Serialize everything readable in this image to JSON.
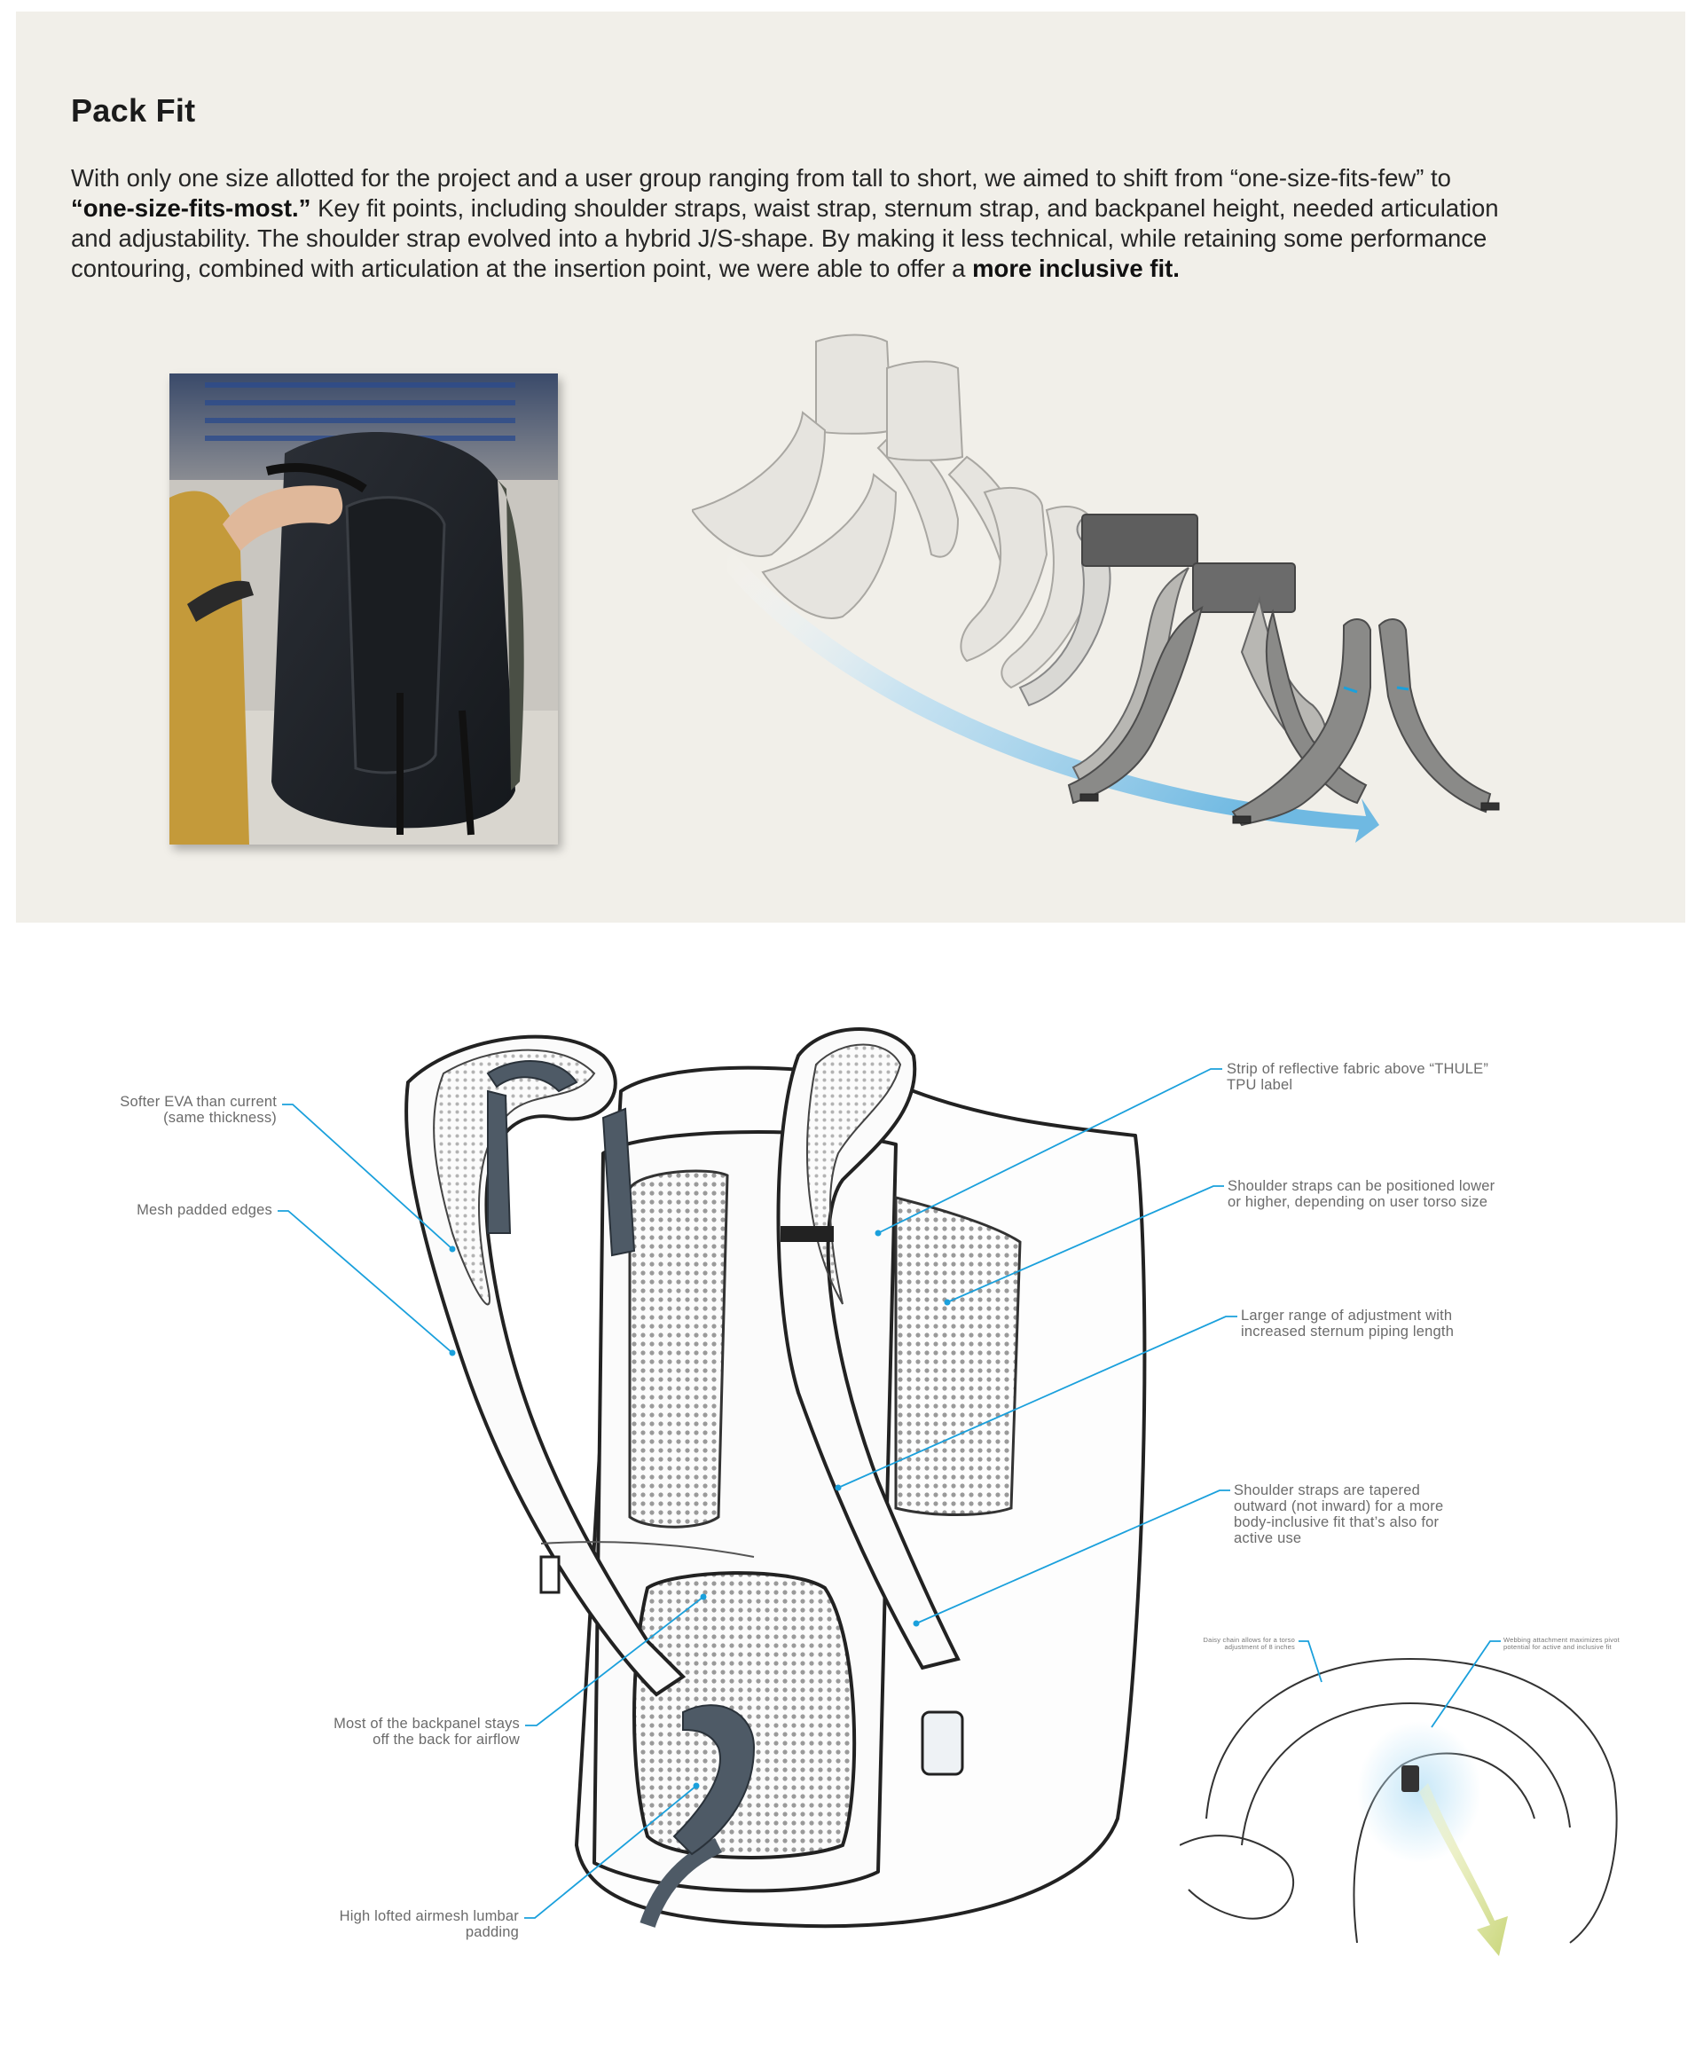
{
  "section": {
    "title": "Pack Fit",
    "para_1": "With only one size allotted for the project and a user group ranging from tall to short, we aimed to shift from “one-size-fits-few” to ",
    "para_bold_1": "“one-size-fits-most.”",
    "para_2": " Key fit points, including shoulder straps, waist strap, sternum strap, and backpanel height, needed articulation and adjustability. The shoulder strap evolved into a hybrid J/S-shape. By making it less technical, while retaining some performance contouring, combined with articulation at the insertion point, we were able to offer a ",
    "para_bold_2": "more inclusive fit."
  },
  "callouts": {
    "softer_eva": [
      "Softer EVA than current",
      "(same thickness)"
    ],
    "mesh_edges": [
      "Mesh padded edges"
    ],
    "backpanel": [
      "Most of the backpanel stays",
      "off the back for airflow"
    ],
    "lumbar": [
      "High lofted airmesh lumbar",
      "padding"
    ],
    "reflective": [
      "Strip of reflective fabric above “THULE”",
      "TPU label"
    ],
    "positioned": [
      "Shoulder straps can be positioned lower",
      "or higher, depending on user torso size"
    ],
    "sternum": [
      "Larger range of adjustment with",
      "increased sternum piping length"
    ],
    "tapered": [
      "Shoulder straps are tapered",
      "outward (not inward) for a more",
      "body-inclusive fit that’s also for",
      "active use"
    ],
    "daisy_chain": [
      "Daisy chain allows for a torso",
      "adjustment of 8 inches"
    ],
    "webbing": [
      "Webbing attachment maximizes pivot",
      "potential for active and inclusive fit"
    ]
  },
  "colors": {
    "panel_bg": "#f1efe9",
    "callout_line": "#1aa0dc",
    "arrow": "#6fb9e2"
  }
}
